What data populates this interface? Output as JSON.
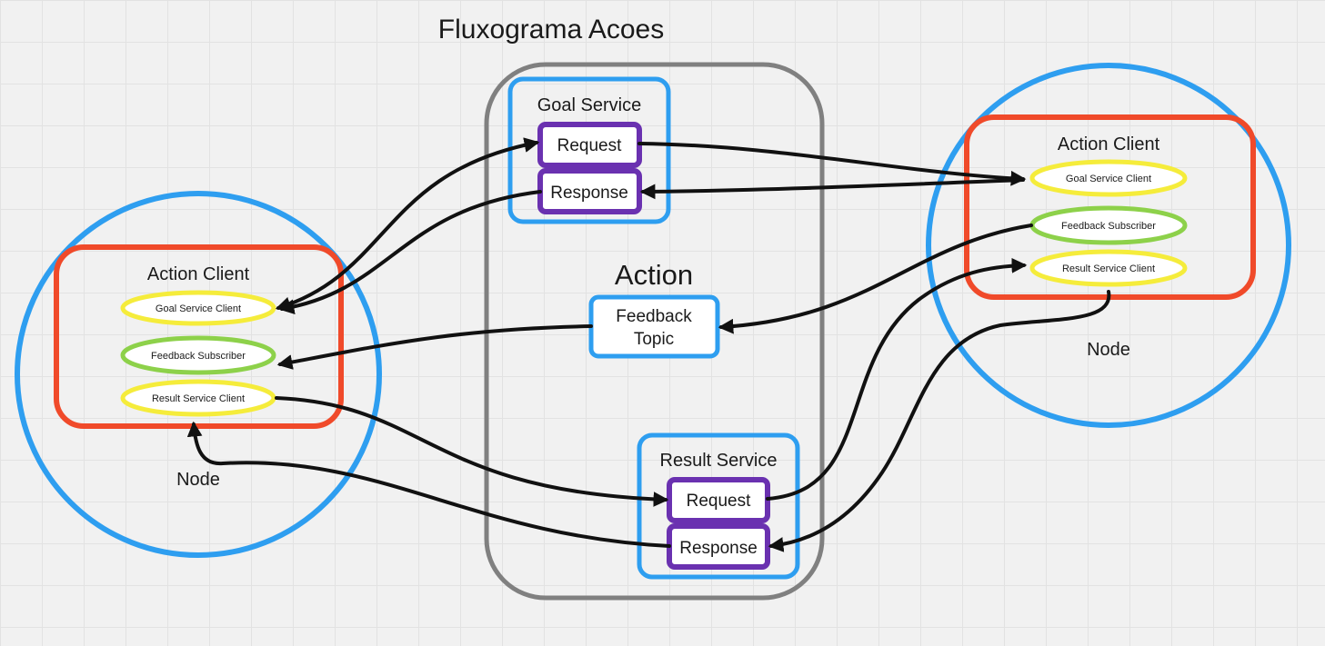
{
  "diagram": {
    "title": "Fluxograma Acoes",
    "action_label": "Action",
    "colors": {
      "node": "#2e9ef0",
      "client": "#f04a2a",
      "action": "#808080",
      "service": "#2e9ef0",
      "box": "#6a31b0",
      "goal_client": "#f5ec3b",
      "feedback_subscriber": "#8dd14a",
      "arrow": "#111111"
    },
    "goal_service": {
      "title": "Goal Service",
      "request": "Request",
      "response": "Response"
    },
    "result_service": {
      "title": "Result Service",
      "request": "Request",
      "response": "Response"
    },
    "feedback_topic": {
      "line1": "Feedback",
      "line2": "Topic"
    },
    "left_node": {
      "label": "Node",
      "client_title": "Action Client",
      "goal_client": "Goal Service Client",
      "feedback_subscriber": "Feedback Subscriber",
      "result_client": "Result Service Client"
    },
    "right_node": {
      "label": "Node",
      "client_title": "Action Client",
      "goal_client": "Goal Service Client",
      "feedback_subscriber": "Feedback Subscriber",
      "result_client": "Result Service Client"
    }
  }
}
